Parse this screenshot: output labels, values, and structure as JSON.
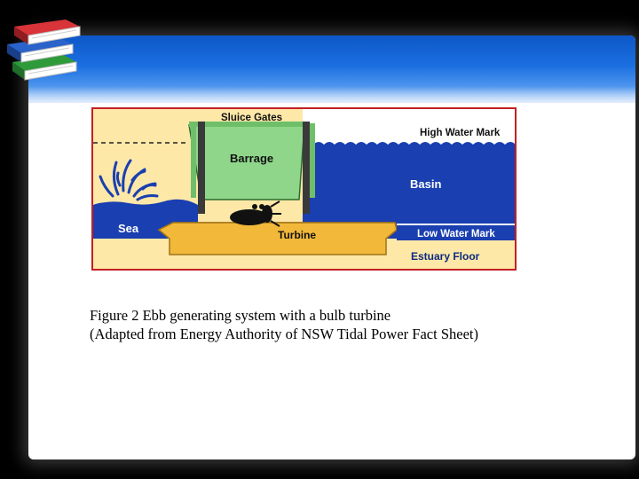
{
  "diagram": {
    "labels": {
      "sluice_gates": "Sluice Gates",
      "high_water_mark": "High Water Mark",
      "barrage": "Barrage",
      "basin": "Basin",
      "sea": "Sea",
      "turbine": "Turbine",
      "low_water_mark": "Low Water Mark",
      "estuary_floor": "Estuary Floor"
    }
  },
  "caption": {
    "line1": "Figure 2 Ebb generating system with a bulb turbine",
    "line2": "(Adapted from Energy Authority of NSW Tidal Power Fact Sheet)"
  },
  "colors": {
    "water": "#1a3fb0",
    "barrage": "#8fd68a",
    "turbine_base": "#f2b83a",
    "floor": "#fde8a8",
    "frame_border": "#c32025",
    "header_blue": "#1b6fe0"
  },
  "icons": {
    "logo": "stack-of-books-icon"
  }
}
